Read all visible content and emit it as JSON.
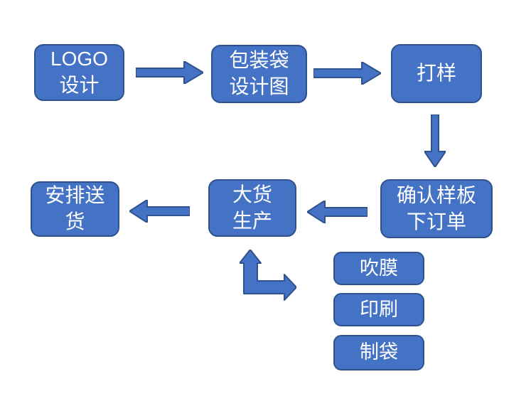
{
  "diagram": {
    "type": "flowchart",
    "colors": {
      "background": "#FFFFFF",
      "shape_fill": "#4472C4",
      "shape_border": "#2F528F",
      "text": "#FFFFFF"
    },
    "nodes": [
      {
        "id": "logo-design",
        "lines": [
          "LOGO",
          "设计"
        ]
      },
      {
        "id": "bag-design",
        "lines": [
          "包装袋",
          "设计图"
        ]
      },
      {
        "id": "proofing",
        "lines": [
          "打样"
        ]
      },
      {
        "id": "confirm-order",
        "lines": [
          "确认样板",
          "下订单"
        ]
      },
      {
        "id": "mass-production",
        "lines": [
          "大货",
          "生产"
        ]
      },
      {
        "id": "arrange-delivery",
        "lines": [
          "安排送",
          "货"
        ]
      },
      {
        "id": "blown-film",
        "lines": [
          "吹膜"
        ]
      },
      {
        "id": "printing",
        "lines": [
          "印刷"
        ]
      },
      {
        "id": "bag-making",
        "lines": [
          "制袋"
        ]
      }
    ],
    "arrows": [
      {
        "id": "logo-to-bag-design",
        "direction": "right"
      },
      {
        "id": "bag-design-to-proofing",
        "direction": "right"
      },
      {
        "id": "proofing-to-confirm-order",
        "direction": "down"
      },
      {
        "id": "confirm-order-to-production",
        "direction": "left"
      },
      {
        "id": "production-to-delivery",
        "direction": "left"
      },
      {
        "id": "process-steps-to-production",
        "direction": "bent-up-and-right"
      }
    ]
  }
}
